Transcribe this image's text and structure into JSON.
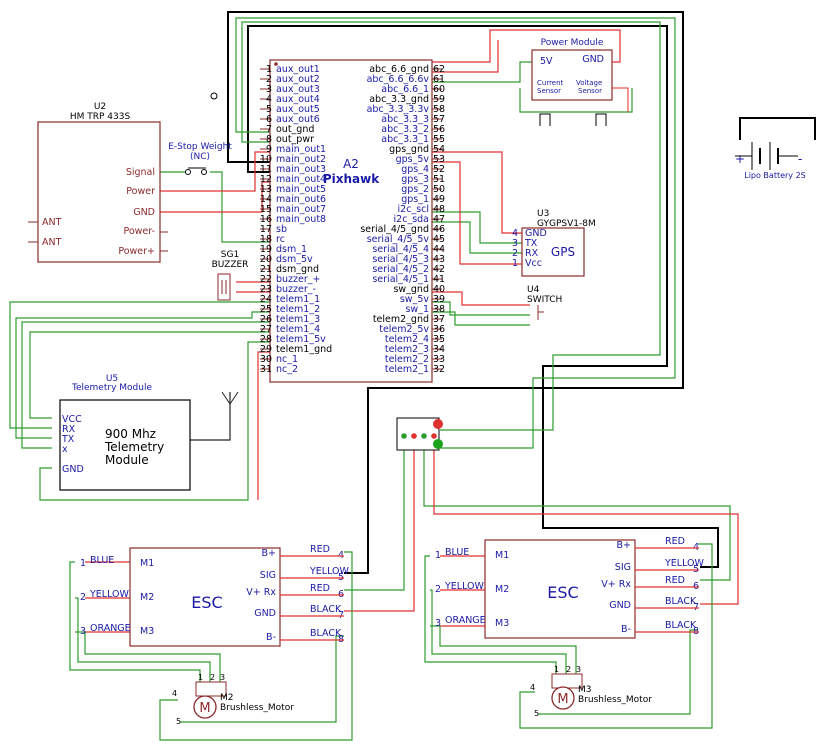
{
  "pixhawk": {
    "ref": "A2",
    "name": "Pixhawk",
    "left_pins": [
      {
        "num": "1",
        "label": "aux_out1"
      },
      {
        "num": "2",
        "label": "aux_out2"
      },
      {
        "num": "3",
        "label": "aux_out3"
      },
      {
        "num": "4",
        "label": "aux_out4"
      },
      {
        "num": "5",
        "label": "aux_out5"
      },
      {
        "num": "6",
        "label": "aux_out6"
      },
      {
        "num": "7",
        "label": "out_gnd"
      },
      {
        "num": "8",
        "label": "out_pwr"
      },
      {
        "num": "9",
        "label": "main_out1"
      },
      {
        "num": "10",
        "label": "main_out2"
      },
      {
        "num": "11",
        "label": "main_out3"
      },
      {
        "num": "12",
        "label": "main_out4"
      },
      {
        "num": "13",
        "label": "main_out5"
      },
      {
        "num": "14",
        "label": "main_out6"
      },
      {
        "num": "15",
        "label": "main_out7"
      },
      {
        "num": "16",
        "label": "main_out8"
      },
      {
        "num": "17",
        "label": "sb"
      },
      {
        "num": "18",
        "label": "rc"
      },
      {
        "num": "19",
        "label": "dsm_1"
      },
      {
        "num": "20",
        "label": "dsm_5v"
      },
      {
        "num": "21",
        "label": "dsm_gnd"
      },
      {
        "num": "22",
        "label": "buzzer_+"
      },
      {
        "num": "23",
        "label": "buzzer_-"
      },
      {
        "num": "24",
        "label": "telem1_1"
      },
      {
        "num": "25",
        "label": "telem1_2"
      },
      {
        "num": "26",
        "label": "telem1_3"
      },
      {
        "num": "27",
        "label": "telem1_4"
      },
      {
        "num": "28",
        "label": "telem1_5v"
      },
      {
        "num": "29",
        "label": "telem1_gnd"
      },
      {
        "num": "30",
        "label": "nc_1"
      },
      {
        "num": "31",
        "label": "nc_2"
      }
    ],
    "right_pins": [
      {
        "num": "62",
        "label": "abc_6.6_gnd"
      },
      {
        "num": "61",
        "label": "abc_6.6_6.6v"
      },
      {
        "num": "60",
        "label": "abc_6.6_1"
      },
      {
        "num": "59",
        "label": "abc_3.3_gnd"
      },
      {
        "num": "58",
        "label": "abc_3.3_3.3v"
      },
      {
        "num": "57",
        "label": "abc_3.3_3"
      },
      {
        "num": "56",
        "label": "abc_3.3_2"
      },
      {
        "num": "55",
        "label": "abc_3.3_1"
      },
      {
        "num": "54",
        "label": "gps_gnd"
      },
      {
        "num": "53",
        "label": "gps_5v"
      },
      {
        "num": "52",
        "label": "gps_4"
      },
      {
        "num": "51",
        "label": "gps_3"
      },
      {
        "num": "50",
        "label": "gps_2"
      },
      {
        "num": "49",
        "label": "gps_1"
      },
      {
        "num": "48",
        "label": "i2c_scl"
      },
      {
        "num": "47",
        "label": "i2c_sda"
      },
      {
        "num": "46",
        "label": "serial_4/5_gnd"
      },
      {
        "num": "45",
        "label": "serial_4/5_5v"
      },
      {
        "num": "44",
        "label": "serial_4/5_4"
      },
      {
        "num": "43",
        "label": "serial_4/5_3"
      },
      {
        "num": "42",
        "label": "serial_4/5_2"
      },
      {
        "num": "41",
        "label": "serial_4/5_1"
      },
      {
        "num": "40",
        "label": "sw_gnd"
      },
      {
        "num": "39",
        "label": "sw_5v"
      },
      {
        "num": "38",
        "label": "sw_1"
      },
      {
        "num": "37",
        "label": "telem2_gnd"
      },
      {
        "num": "36",
        "label": "telem2_5v"
      },
      {
        "num": "35",
        "label": "telem2_4"
      },
      {
        "num": "34",
        "label": "telem2_3"
      },
      {
        "num": "33",
        "label": "telem2_2"
      },
      {
        "num": "32",
        "label": "telem2_1"
      }
    ],
    "black_labels": [
      "out_gnd",
      "out_pwr",
      "dsm_gnd",
      "telem1_gnd",
      "abc_6.6_gnd",
      "abc_3.3_gnd",
      "gps_gnd",
      "serial_4/5_gnd",
      "sw_gnd",
      "telem2_gnd"
    ]
  },
  "u2": {
    "ref": "U2",
    "name": "HM TRP 433S",
    "left_pins": [
      "ANT",
      "ANT"
    ],
    "right_pins": [
      "Signal",
      "Power",
      "GND",
      "Power-",
      "Power+"
    ]
  },
  "estop": {
    "title": "E-Stop Weight",
    "subtitle": "(NC)"
  },
  "sg1": {
    "ref": "SG1",
    "name": "BUZZER"
  },
  "power_module": {
    "title": "Power Module",
    "v5": "5V",
    "gnd": "GND",
    "current": "Current\nSensor",
    "voltage": "Voltage\nSensor"
  },
  "battery": {
    "name": "Lipo Battery 2S",
    "plus": "+",
    "minus": "-"
  },
  "gps": {
    "ref": "U3",
    "name": "GYGPSV1-8M",
    "body": "GPS",
    "pins": [
      {
        "num": "4",
        "label": "GND"
      },
      {
        "num": "3",
        "label": "TX"
      },
      {
        "num": "2",
        "label": "RX"
      },
      {
        "num": "1",
        "label": "Vcc"
      }
    ]
  },
  "u4": {
    "ref": "U4",
    "name": "SWITCH"
  },
  "u5": {
    "ref": "U5",
    "name": "Telemetry Module",
    "body": [
      "900 Mhz",
      "Telemetry",
      "Module"
    ],
    "pins": [
      "VCC",
      "RX",
      "TX",
      "x",
      "GND"
    ]
  },
  "esc1": {
    "body": "ESC",
    "left": [
      {
        "num": "1",
        "label": "M1",
        "wire": "BLUE"
      },
      {
        "num": "2",
        "label": "M2",
        "wire": "YELLOW"
      },
      {
        "num": "3",
        "label": "M3",
        "wire": "ORANGE"
      }
    ],
    "right": [
      {
        "num": "4",
        "label": "B+",
        "wire": "RED"
      },
      {
        "num": "5",
        "label": "SIG",
        "wire": "YELLOW"
      },
      {
        "num": "6",
        "label": "V+ Rx",
        "wire": "RED"
      },
      {
        "num": "7",
        "label": "GND",
        "wire": "BLACK"
      },
      {
        "num": "8",
        "label": "B-",
        "wire": "BLACK"
      }
    ]
  },
  "esc2": {
    "body": "ESC",
    "left": [
      {
        "num": "1",
        "label": "M1",
        "wire": "BLUE"
      },
      {
        "num": "2",
        "label": "M2",
        "wire": "YELLOW"
      },
      {
        "num": "3",
        "label": "M3",
        "wire": "ORANGE"
      }
    ],
    "right": [
      {
        "num": "4",
        "label": "B+",
        "wire": "RED"
      },
      {
        "num": "5",
        "label": "SIG",
        "wire": "YELLOW"
      },
      {
        "num": "6",
        "label": "V+ Rx",
        "wire": "RED"
      },
      {
        "num": "7",
        "label": "GND",
        "wire": "BLACK"
      },
      {
        "num": "8",
        "label": "B-",
        "wire": "BLACK"
      }
    ]
  },
  "motor1": {
    "ref": "M2",
    "name": "Brushless_Motor",
    "pins": [
      "1",
      "2",
      "3",
      "4",
      "5"
    ]
  },
  "motor2": {
    "ref": "M3",
    "name": "Brushless_Motor",
    "pins": [
      "1",
      "2",
      "3",
      "4",
      "5"
    ]
  },
  "colors": {
    "box": "#8b2a2a",
    "label": "#1a1aa6",
    "green": "#2e9e2e",
    "red": "#e03030",
    "black": "#000000"
  }
}
